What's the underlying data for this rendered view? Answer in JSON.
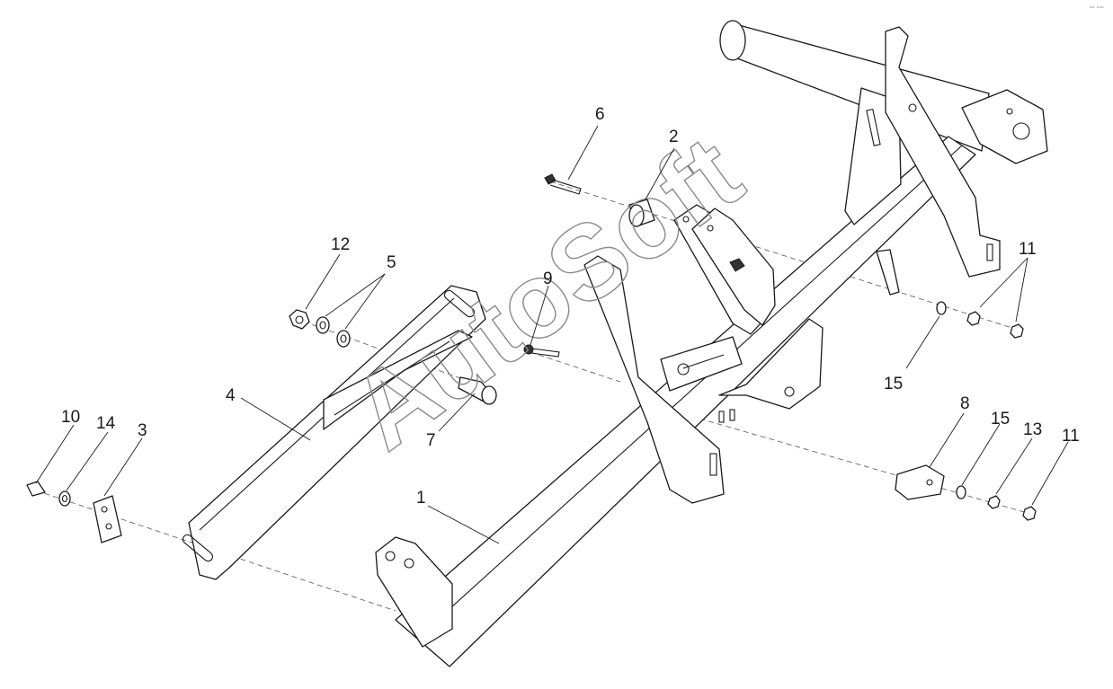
{
  "watermark": "AutoSoft",
  "corner_mark": "°° °°°",
  "callouts": [
    "1",
    "2",
    "3",
    "4",
    "5",
    "6",
    "7",
    "8",
    "9",
    "10",
    "11",
    "11",
    "12",
    "13",
    "14",
    "15",
    "15"
  ]
}
